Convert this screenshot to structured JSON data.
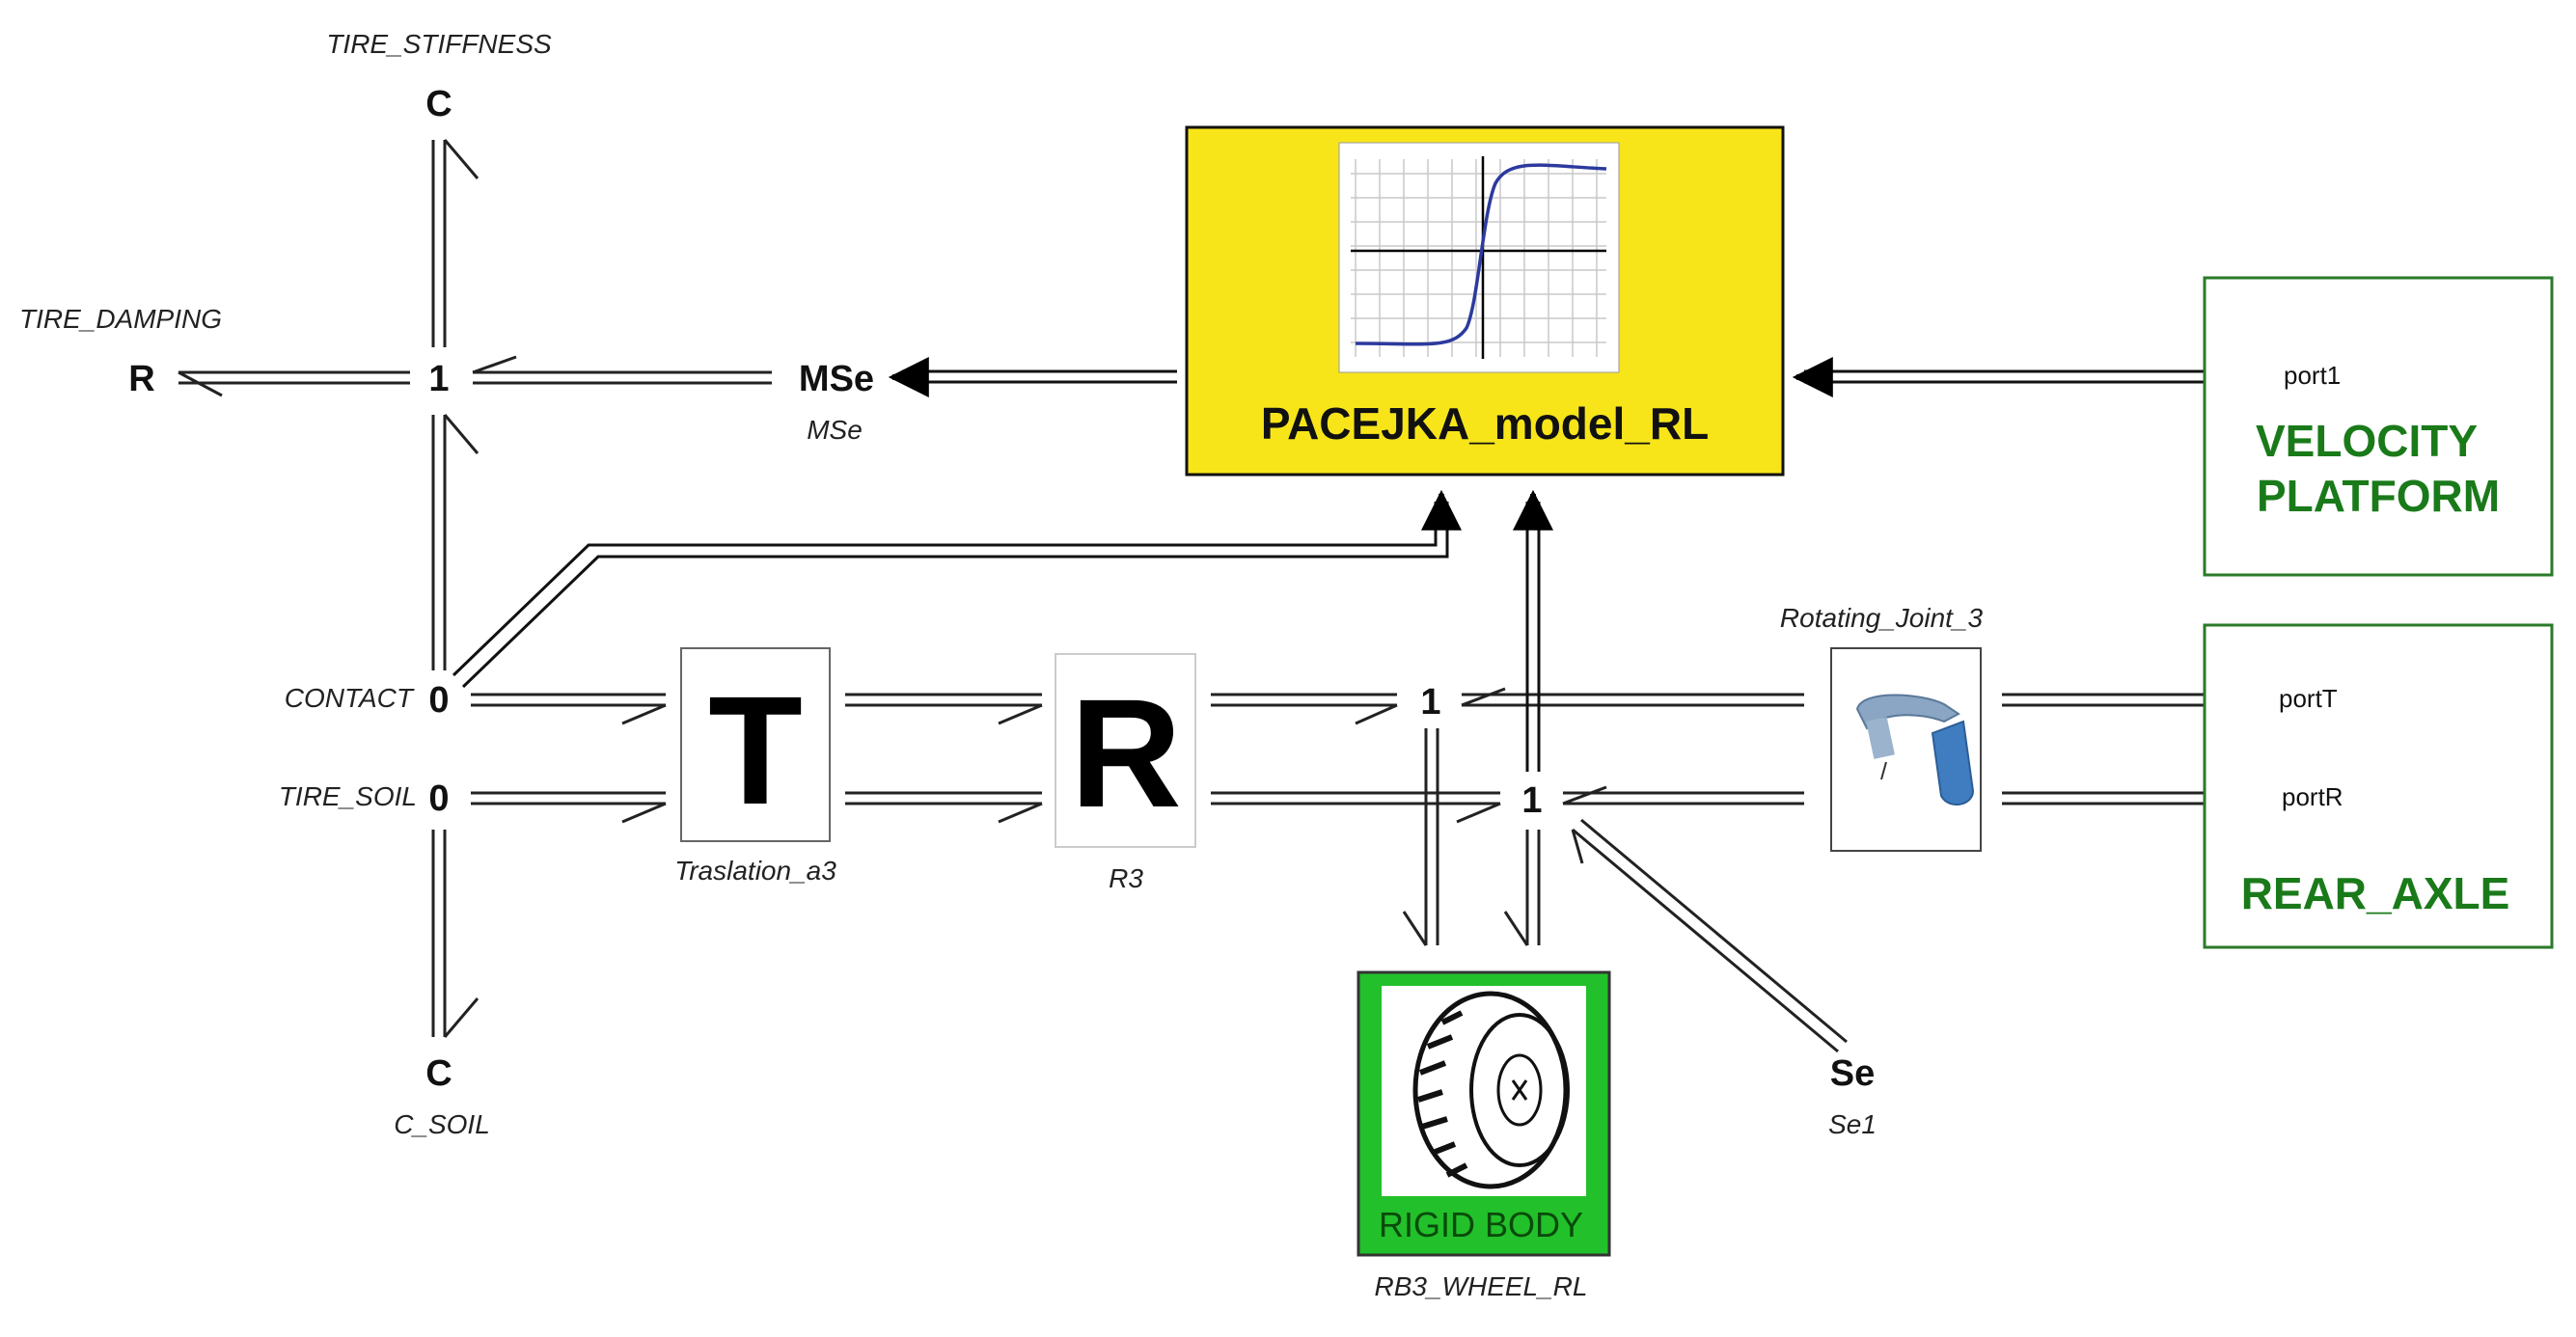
{
  "labels": {
    "tire_stiffness": "TIRE_STIFFNESS",
    "tire_damping": "TIRE_DAMPING",
    "contact": "CONTACT",
    "tire_soil": "TIRE_SOIL",
    "c_soil": "C_SOIL",
    "mse_name": "MSe",
    "translation": "Traslation_a3",
    "r3": "R3",
    "rotating_joint": "Rotating_Joint_3",
    "wheel": "RB3_WHEEL_RL",
    "se_name": "Se1"
  },
  "nodes": {
    "c_top": "C",
    "r_left": "R",
    "one_top": "1",
    "mse": "MSe",
    "zero_contact": "0",
    "zero_soil": "0",
    "c_bottom": "C",
    "one_mid": "1",
    "one_low": "1",
    "se": "Se",
    "t_letter": "T",
    "r_letter": "R"
  },
  "blocks": {
    "pacejka": {
      "title": "PACEJKA_model_RL",
      "color": "#f7e51a"
    },
    "velocity": {
      "line1": "VELOCITY",
      "line2": "PLATFORM",
      "port": "port1",
      "color": "#1a7a1a"
    },
    "rear_axle": {
      "title": "REAR_AXLE",
      "port_t": "portT",
      "port_r": "portR",
      "color": "#1a7a1a"
    },
    "rigid_body": {
      "title": "RIGID BODY",
      "color": "#22c02a"
    }
  }
}
